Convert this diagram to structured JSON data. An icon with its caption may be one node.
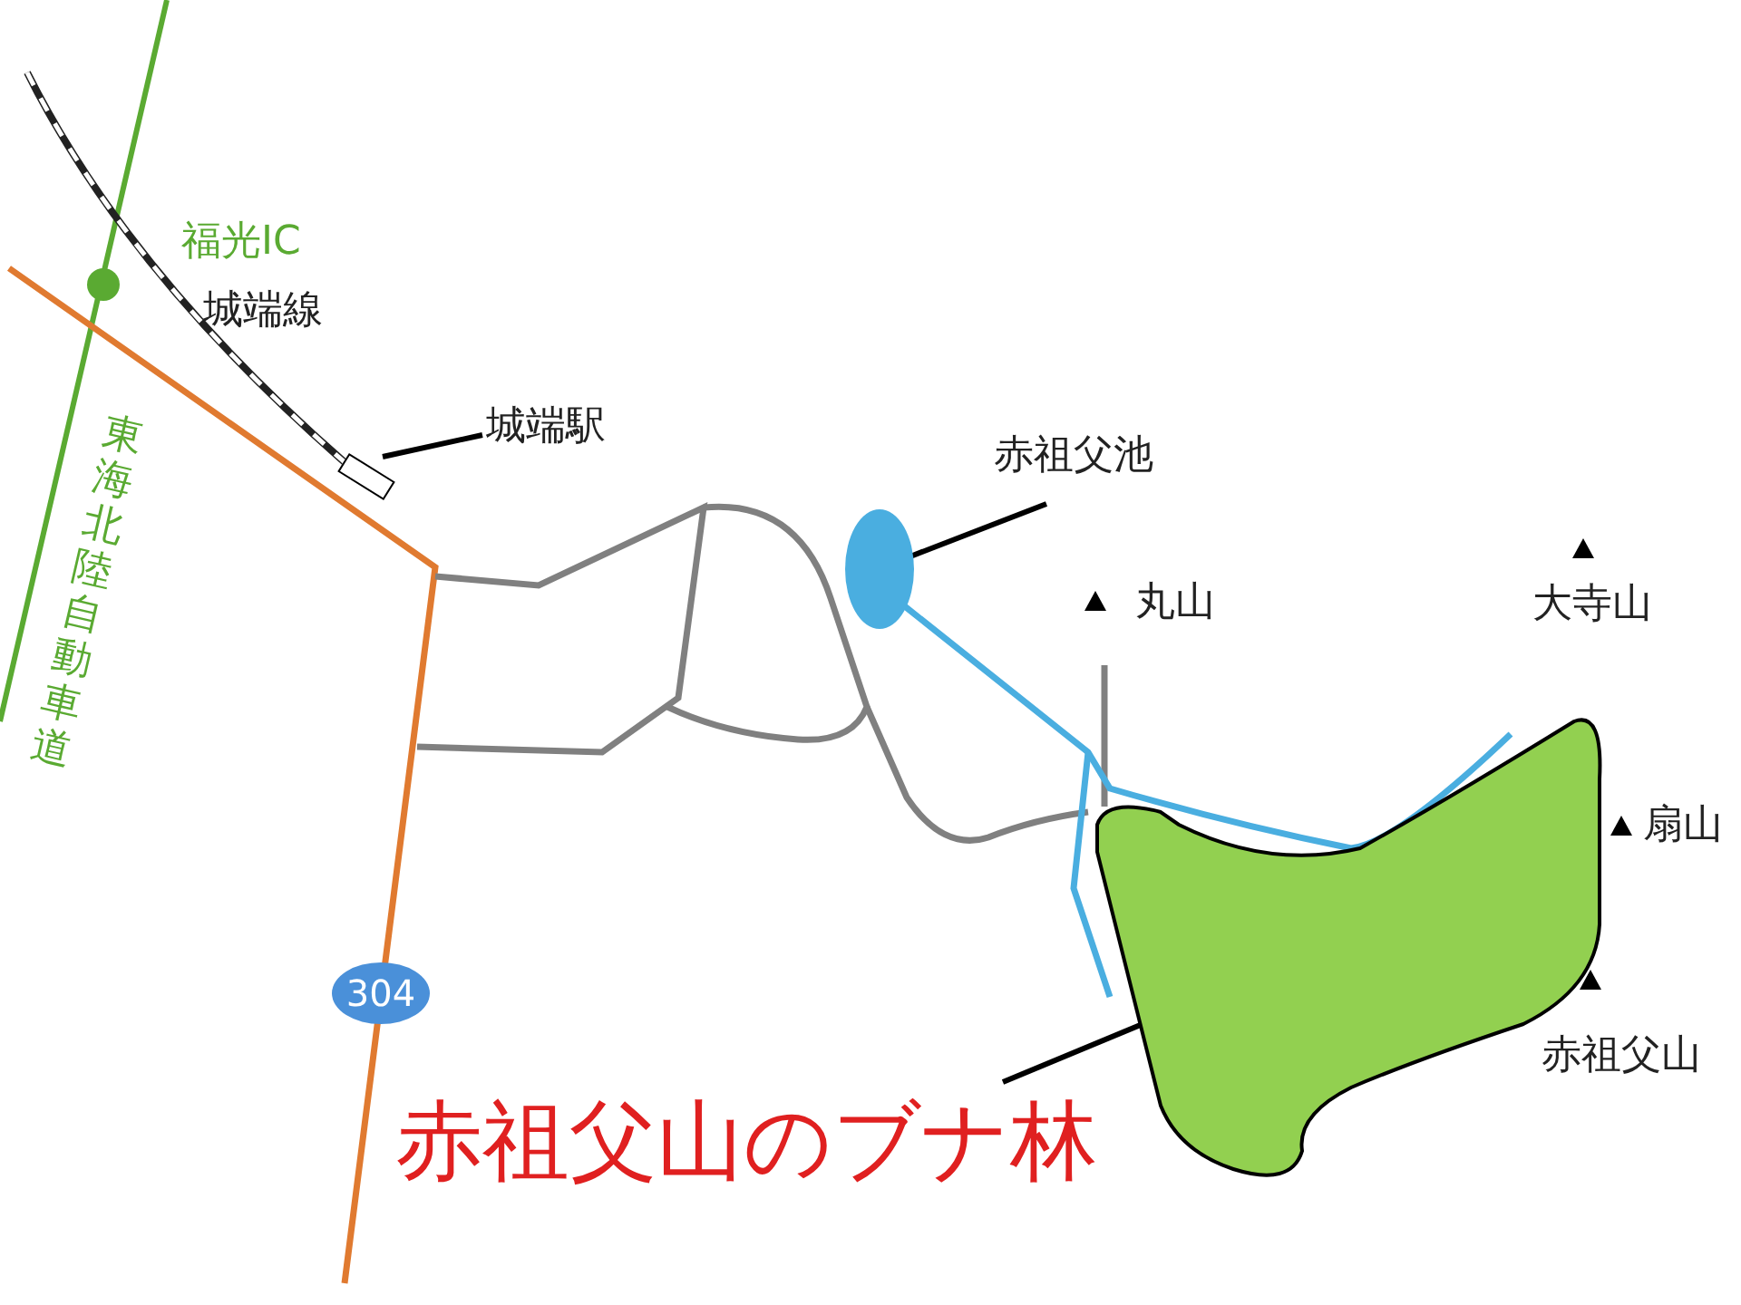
{
  "diagram": {
    "nodes": [
      {
        "text": [
          "城端駅"
        ]
      },
      {
        "text": [],
        "shape": "box"
      },
      {
        "text": [
          "赤祖父池"
        ]
      },
      {
        "text": [],
        "shape": "ellipse"
      },
      {
        "text": [
          "赤祖父山のブナ林"
        ]
      },
      {
        "text": [],
        "shape": "area"
      },
      {
        "text": [
          "304"
        ]
      }
    ],
    "edges": [
      {
        "from": 0,
        "to": 1,
        "arrow": "none"
      },
      {
        "from": 2,
        "to": 3,
        "arrow": "none"
      },
      {
        "from": 4,
        "to": 5,
        "arrow": "none"
      }
    ],
    "labels": [
      "福光IC",
      "城端線",
      "東海北陸自動車道",
      "丸山",
      "大寺山",
      "扇山",
      "赤祖父山"
    ]
  }
}
